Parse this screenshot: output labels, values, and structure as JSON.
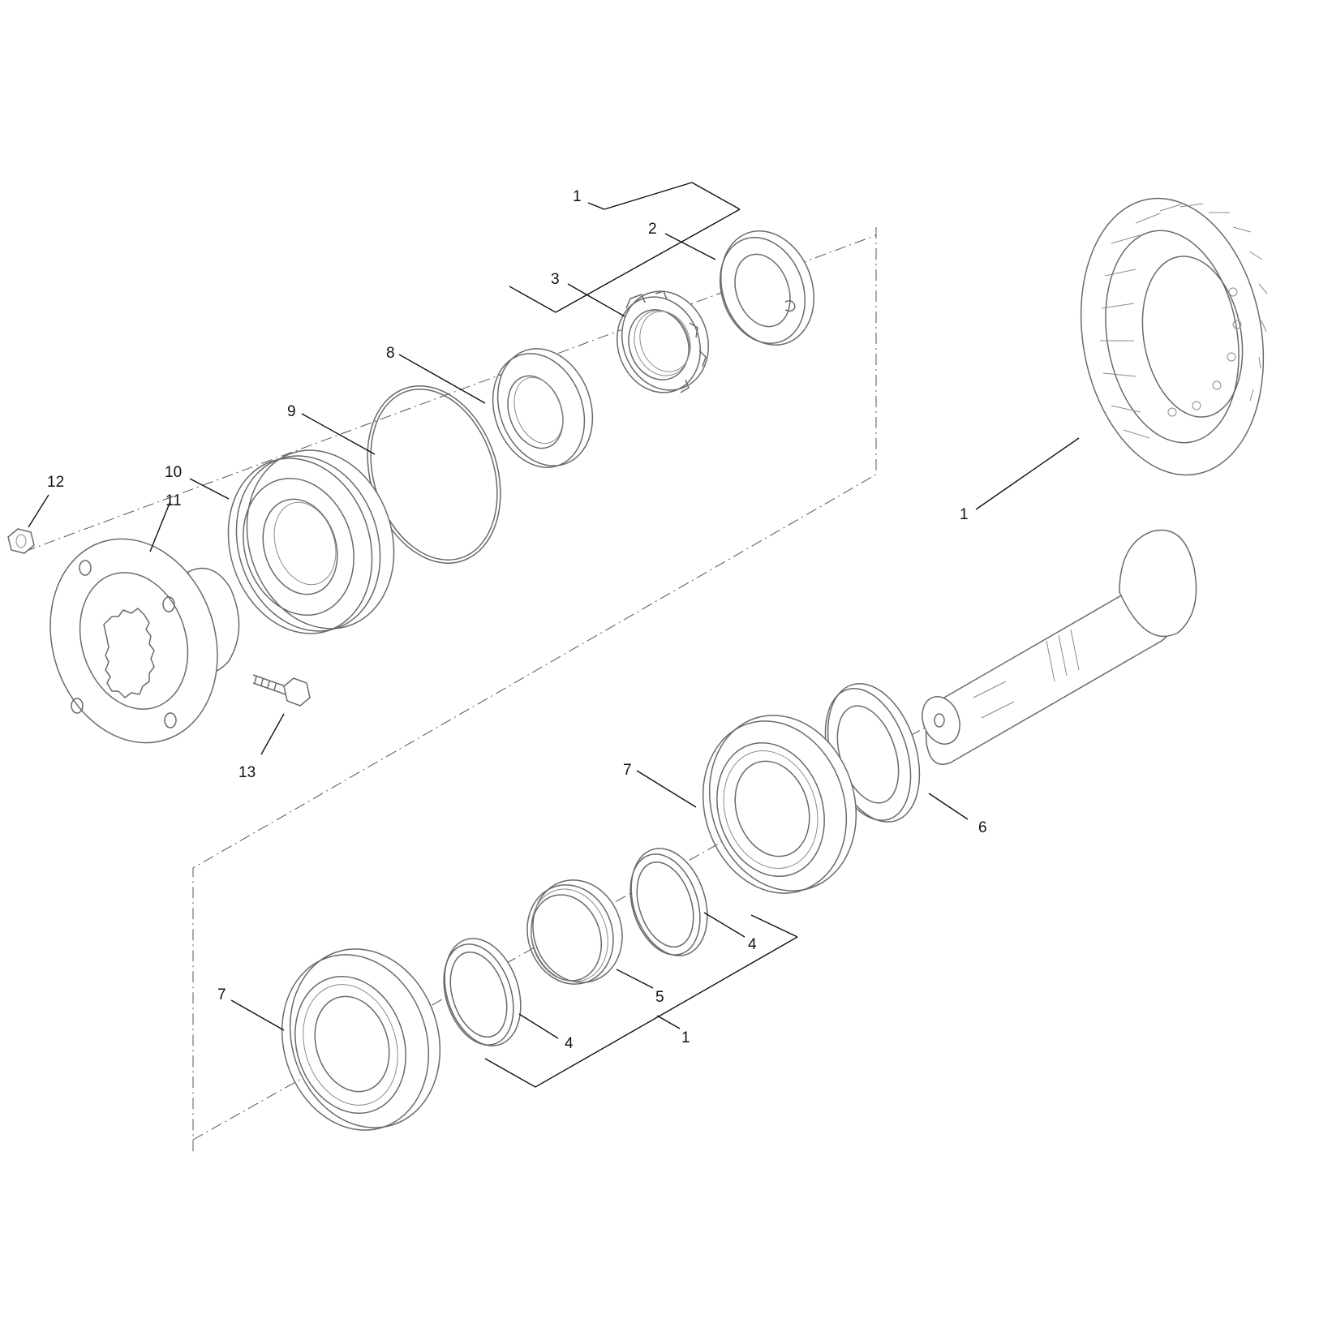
{
  "diagram": {
    "callouts": [
      {
        "id": "c1-top",
        "text": "1"
      },
      {
        "id": "c2",
        "text": "2"
      },
      {
        "id": "c3",
        "text": "3"
      },
      {
        "id": "c8",
        "text": "8"
      },
      {
        "id": "c9",
        "text": "9"
      },
      {
        "id": "c10",
        "text": "10"
      },
      {
        "id": "c11",
        "text": "11"
      },
      {
        "id": "c12",
        "text": "12"
      },
      {
        "id": "c13",
        "text": "13"
      },
      {
        "id": "c1-right",
        "text": "1"
      },
      {
        "id": "c7-mid",
        "text": "7"
      },
      {
        "id": "c6",
        "text": "6"
      },
      {
        "id": "c4-upper",
        "text": "4"
      },
      {
        "id": "c5",
        "text": "5"
      },
      {
        "id": "c7-lower",
        "text": "7"
      },
      {
        "id": "c4-lower",
        "text": "4"
      },
      {
        "id": "c1-bottom",
        "text": "1"
      }
    ]
  }
}
